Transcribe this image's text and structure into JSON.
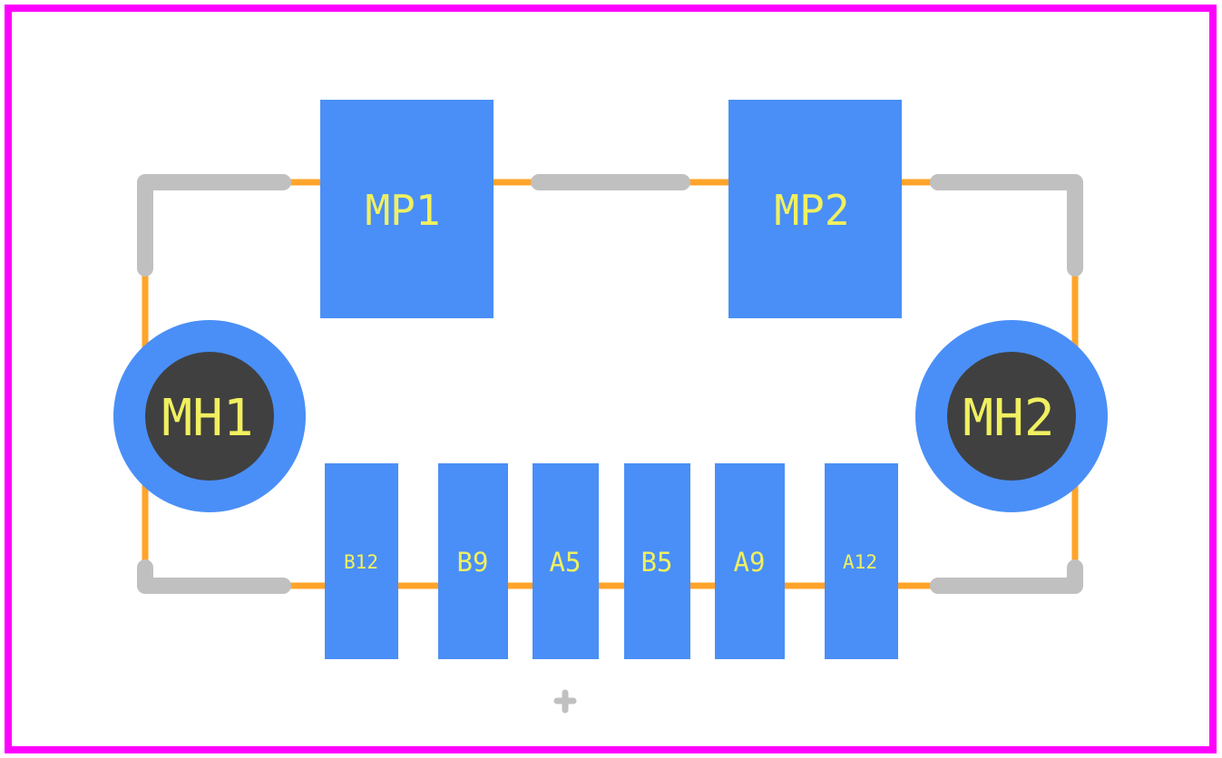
{
  "colors": {
    "background": "#ffffff",
    "board_outline": "#ff00ff",
    "courtyard": "#ffa42a",
    "silkscreen": "#c0c0c0",
    "pad": "#4a8ff7",
    "drill": "#404040",
    "label": "#f0f060"
  },
  "pads": {
    "mp1": "MP1",
    "mp2": "MP2",
    "mh1": "MH1",
    "mh2": "MH2",
    "b12": "B12",
    "b9": "B9",
    "a5": "A5",
    "b5": "B5",
    "a9": "A9",
    "a12": "A12"
  },
  "icons": {
    "origin": "origin-cross-icon"
  }
}
